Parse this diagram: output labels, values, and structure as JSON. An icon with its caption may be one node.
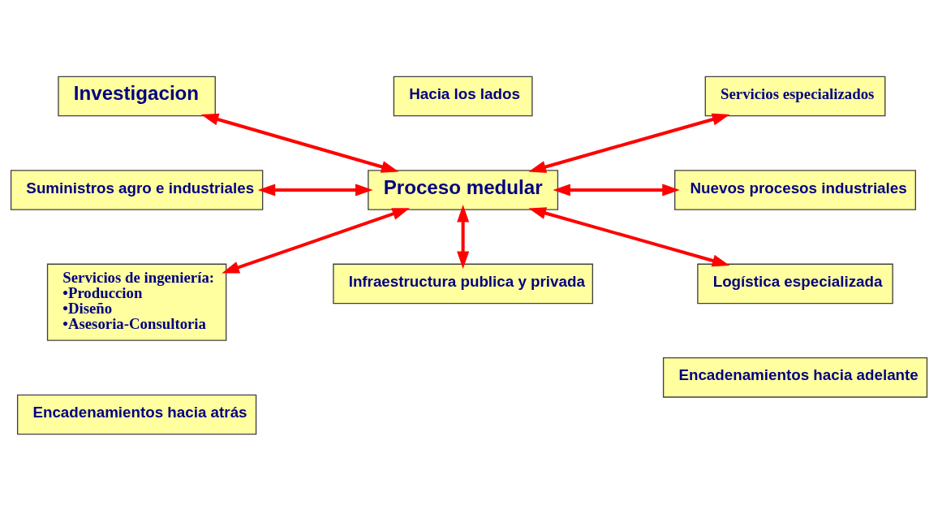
{
  "diagram": {
    "nodes": [
      {
        "text": [
          "Encadenamientos hacia atrás"
        ]
      },
      {
        "text": [
          "Encadenamientos hacia adelante"
        ]
      },
      {
        "text": [
          "Investigacion"
        ]
      },
      {
        "text": [
          "Suministros agro e industriales"
        ]
      },
      {
        "text": [
          "Servicios de ingeniería:",
          "•Produccion",
          "•Diseño",
          "•Asesoria-Consultoria"
        ]
      },
      {
        "text": [
          "Proceso medular"
        ]
      },
      {
        "text": [
          "Hacia los lados"
        ]
      },
      {
        "text": [
          "Infraestructura publica y privada"
        ]
      },
      {
        "text": [
          "Servicios especializados"
        ]
      },
      {
        "text": [
          "Nuevos procesos industriales"
        ]
      },
      {
        "text": [
          "Logística especializada"
        ]
      }
    ],
    "edges": [
      {
        "from": 2,
        "to": 5,
        "arrow": "both"
      },
      {
        "from": 3,
        "to": 5,
        "arrow": "both"
      },
      {
        "from": 4,
        "to": 5,
        "arrow": "both"
      },
      {
        "from": 5,
        "to": 8,
        "arrow": "both"
      },
      {
        "from": 5,
        "to": 9,
        "arrow": "both"
      },
      {
        "from": 5,
        "to": 10,
        "arrow": "both"
      },
      {
        "from": 5,
        "to": 7,
        "arrow": "both"
      }
    ]
  }
}
